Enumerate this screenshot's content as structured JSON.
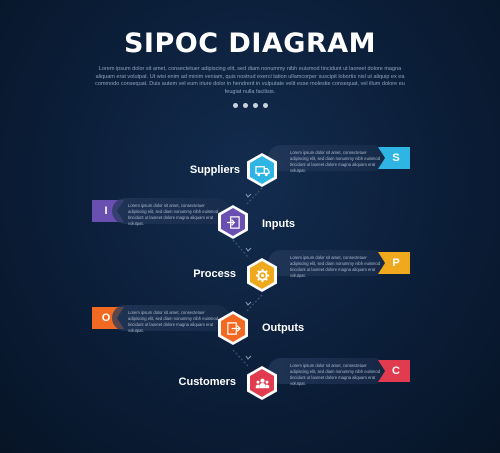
{
  "header": {
    "title": "SIPOC DIAGRAM",
    "subtitle": "Lorem ipsum dolor sit amet, consectetuer adipiscing elit, sed diam nonummy nibh euismod tincidunt ut laoreet dolore magna aliquam erat volutpat. Ut wisi enim ad minim veniam, quis nostrud exerci tation ullamcorper suscipit lobortis nisl ut aliquip ex ea commodo consequat. Duis autem vel eum iriure dolor in hendrerit in vulputate velit esse molestie consequat, vel illum dolore eu feugiat nulla facilisis."
  },
  "steps": [
    {
      "label": "Suppliers",
      "letter": "S",
      "color": "#2fb5e3",
      "icon": "truck-icon",
      "text": "Lorem ipsum dolor sit amet, consectetuer adipiscing elit, sed diam nonummy nibh euismod tincidunt ut laoreet dolore magna aliquam erat volutpat."
    },
    {
      "label": "Inputs",
      "letter": "I",
      "color": "#6a4fb3",
      "icon": "input-icon",
      "text": "Lorem ipsum dolor sit amet, consectetuer adipiscing elit, sed diam nonummy nibh euismod tincidunt ut laoreet dolore magna aliquam erat volutpat."
    },
    {
      "label": "Process",
      "letter": "P",
      "color": "#f0a81c",
      "icon": "gear-icon",
      "text": "Lorem ipsum dolor sit amet, consectetuer adipiscing elit, sed diam nonummy nibh euismod tincidunt ut laoreet dolore magna aliquam erat volutpat."
    },
    {
      "label": "Outputs",
      "letter": "O",
      "color": "#f26a21",
      "icon": "output-icon",
      "text": "Lorem ipsum dolor sit amet, consectetuer adipiscing elit, sed diam nonummy nibh euismod tincidunt ut laoreet dolore magna aliquam erat volutpat."
    },
    {
      "label": "Customers",
      "letter": "C",
      "color": "#e03b4e",
      "icon": "people-icon",
      "text": "Lorem ipsum dolor sit amet, consectetuer adipiscing elit, sed diam nonummy nibh euismod tincidunt ut laoreet dolore magna aliquam erat volutpat."
    }
  ]
}
